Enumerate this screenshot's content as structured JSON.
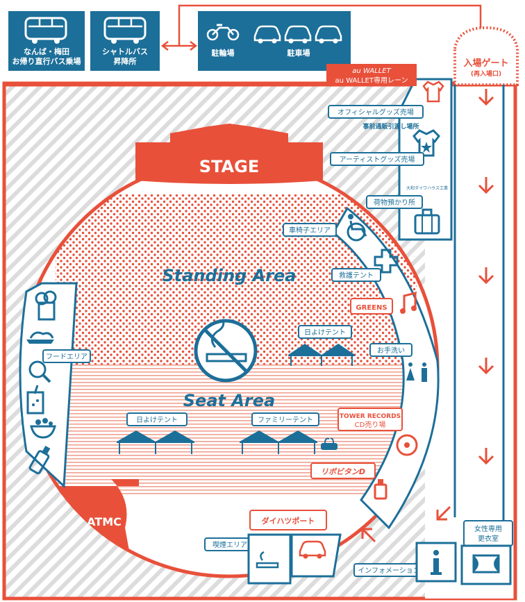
{
  "colors": {
    "blue": "#1c6f99",
    "red": "#e8503a",
    "white": "#ffffff",
    "hatch": "#d8d8d8"
  },
  "top_boxes": {
    "bus_direct": {
      "line1": "なんば・梅田",
      "line2": "お帰り直行バス乗場",
      "icon": "bus-icon"
    },
    "shuttle": {
      "line1": "シャトルバス",
      "line2": "昇降所",
      "icon": "bus-icon"
    },
    "bicycle_parking": {
      "label": "駐輪場",
      "icon": "motorcycle-icon"
    },
    "car_parking": {
      "label": "駐車場",
      "icon": "car-icon"
    }
  },
  "entrance": {
    "title": "入場ゲート",
    "subtitle": "(再入場口)"
  },
  "au_wallet": {
    "brand": "au WALLET",
    "lane": "au WALLET専用レーン"
  },
  "stage": {
    "label": "STAGE"
  },
  "areas": {
    "standing": "Standing Area",
    "seat": "Seat Area"
  },
  "right_facilities": {
    "official_goods": "オフィシャルグッズ売場",
    "mail_order": "事前通販引渡し場所",
    "artist_goods": "アーティストグッズ売場",
    "cloakroom": "荷物預かり所",
    "cloakroom_sponsor": "大和ダイワハウス工業",
    "wheelchair": "車椅子エリア",
    "first_aid": "救護テント",
    "greens": "GREENS",
    "washroom": "お手洗い",
    "tower_records": "TOWER RECORDS",
    "cd_shop": "CD売り場",
    "lipovitan": "リポビタンD"
  },
  "left_facilities": {
    "food": "フードエリア"
  },
  "center": {
    "shade_tent_1": "日よけテント",
    "shade_tent_2": "日よけテント",
    "family_tent": "ファミリーテント"
  },
  "bottom": {
    "atmc": "ATMC",
    "daihatsu": "ダイハツポート",
    "smoking": "喫煙エリア",
    "information": "インフォメーション",
    "women_changing_line1": "女性専用",
    "women_changing_line2": "更衣室"
  }
}
